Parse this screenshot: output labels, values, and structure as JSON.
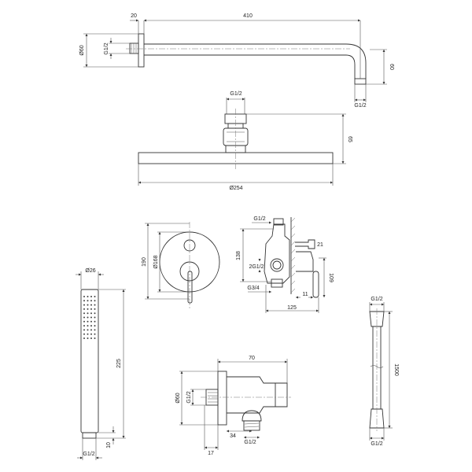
{
  "arm": {
    "width_flange": "20",
    "length": "410",
    "flange_dia": "Ø60",
    "thread_in": "G1/2",
    "drop": "60",
    "thread_out": "G1/2"
  },
  "head": {
    "thread": "G1/2",
    "height": "65",
    "dia": "Ø254"
  },
  "mixer_front": {
    "height": "190",
    "dia": "Ø168"
  },
  "mixer_side": {
    "thread_top": "G1/2",
    "height": "138",
    "thread_mid": "2G1/2",
    "thread_bottom": "G3/4",
    "offset": "11",
    "depth": "125",
    "outlet": "21",
    "lever_height": "109"
  },
  "hand_shower": {
    "dia": "Ø26",
    "length": "225",
    "connector": "10",
    "thread": "G1/2"
  },
  "wall_outlet": {
    "length": "70",
    "flange_dia": "Ø60",
    "thread_in": "G1/2",
    "offset": "34",
    "thread_out": "G1/2",
    "flange_depth": "17"
  },
  "hose": {
    "thread_top": "G1/2",
    "length": "1500",
    "thread_bottom": "G1/2"
  }
}
